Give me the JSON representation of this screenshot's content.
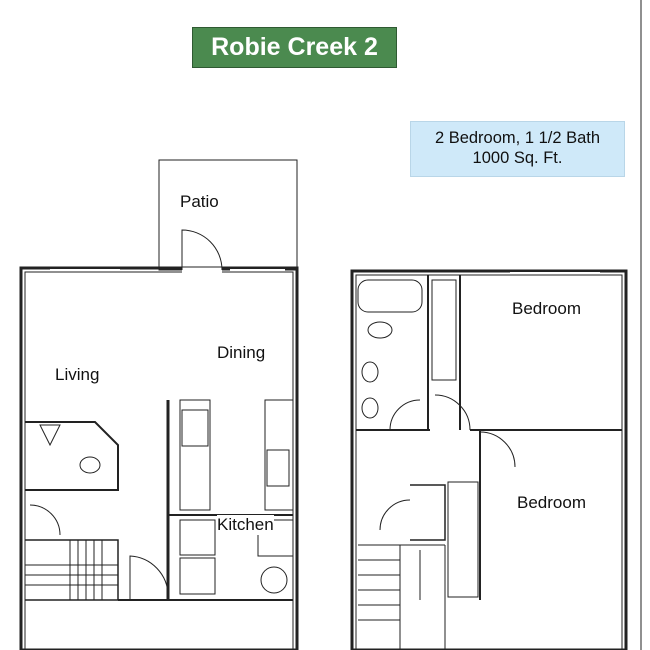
{
  "title": "Robie Creek 2",
  "info": {
    "line1": "2 Bedroom, 1 1/2 Bath",
    "line2": "1000 Sq. Ft."
  },
  "rooms": {
    "patio": "Patio",
    "dining": "Dining",
    "living": "Living",
    "kitchen": "Kitchen",
    "bedroom1": "Bedroom",
    "bedroom2": "Bedroom"
  },
  "colors": {
    "title_bg": "#4b8a4f",
    "info_bg": "#cfe9f9"
  }
}
